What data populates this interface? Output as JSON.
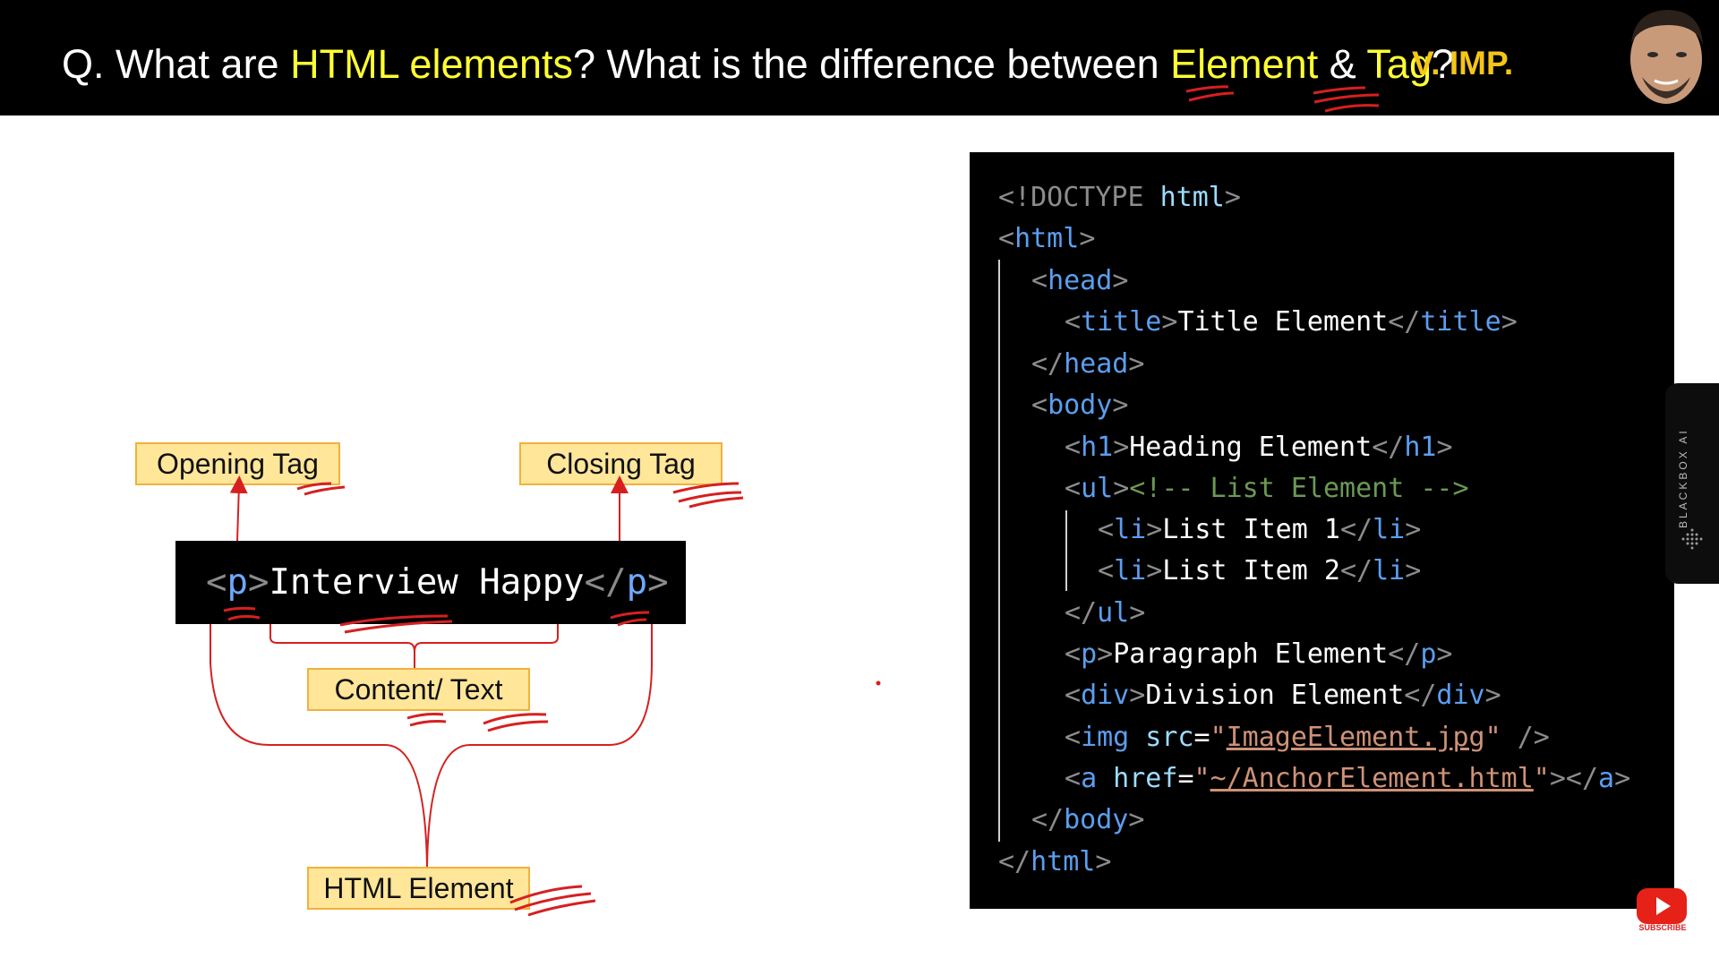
{
  "header": {
    "title_parts": [
      "Q. What are ",
      "HTML elements",
      "? What is the difference between ",
      "Element",
      " & ",
      "Tag",
      "?"
    ],
    "badge": "V. IMP."
  },
  "diagram": {
    "opening_tag": "Opening Tag",
    "closing_tag": "Closing Tag",
    "content_text": "Content/ Text",
    "html_element": "HTML Element",
    "example": {
      "open_lt": "<",
      "open_name": "p",
      "open_gt": ">",
      "content": "Interview Happy",
      "close_lt": "</",
      "close_name": "p",
      "close_gt": ">"
    }
  },
  "code": {
    "doctype_a": "<!DOCTYPE",
    "doctype_b": " html",
    "doctype_c": ">",
    "html_open_a": "<",
    "html_open_b": "html",
    "html_open_c": ">",
    "head_open_a": "<",
    "head_open_b": "head",
    "head_open_c": ">",
    "title_a": "<",
    "title_b": "title",
    "title_c": ">",
    "title_d": "Title Element",
    "title_e": "</",
    "title_f": "title",
    "title_g": ">",
    "head_close_a": "</",
    "head_close_b": "head",
    "head_close_c": ">",
    "body_open_a": "<",
    "body_open_b": "body",
    "body_open_c": ">",
    "h1_a": "<",
    "h1_b": "h1",
    "h1_c": ">",
    "h1_d": "Heading Element",
    "h1_e": "</",
    "h1_f": "h1",
    "h1_g": ">",
    "ul_a": "<",
    "ul_b": "ul",
    "ul_c": ">",
    "ul_d": "<!-- List Element -->",
    "li1_a": "<",
    "li1_b": "li",
    "li1_c": ">",
    "li1_d": "List Item 1",
    "li1_e": "</",
    "li1_f": "li",
    "li1_g": ">",
    "li2_a": "<",
    "li2_b": "li",
    "li2_c": ">",
    "li2_d": "List Item 2",
    "li2_e": "</",
    "li2_f": "li",
    "li2_g": ">",
    "ul_close_a": "</",
    "ul_close_b": "ul",
    "ul_close_c": ">",
    "p_a": "<",
    "p_b": "p",
    "p_c": ">",
    "p_d": "Paragraph Element",
    "p_e": "</",
    "p_f": "p",
    "p_g": ">",
    "div_a": "<",
    "div_b": "div",
    "div_c": ">",
    "div_d": "Division Element",
    "div_e": "</",
    "div_f": "div",
    "div_g": ">",
    "img_a": "<",
    "img_b": "img",
    "img_c": " src",
    "img_d": "=",
    "img_e": "\"",
    "img_f": "ImageElement.jpg",
    "img_g": "\"",
    "img_h": " />",
    "a_a": "<",
    "a_b": "a",
    "a_c": " href",
    "a_d": "=",
    "a_e": "\"",
    "a_f": "~/AnchorElement.html",
    "a_g": "\"",
    "a_h": "></",
    "a_i": "a",
    "a_j": ">",
    "body_close_a": "</",
    "body_close_b": "body",
    "body_close_c": ">",
    "html_close_a": "</",
    "html_close_b": "html",
    "html_close_c": ">"
  },
  "sidebar": {
    "blackbox_label": "BLACKBOX AI"
  },
  "subscribe": {
    "label": "SUBSCRIBE"
  },
  "colors": {
    "highlight": "#ffff33",
    "badge": "#f5c518",
    "label_fill": "#ffe699",
    "annotation": "#d62020"
  }
}
